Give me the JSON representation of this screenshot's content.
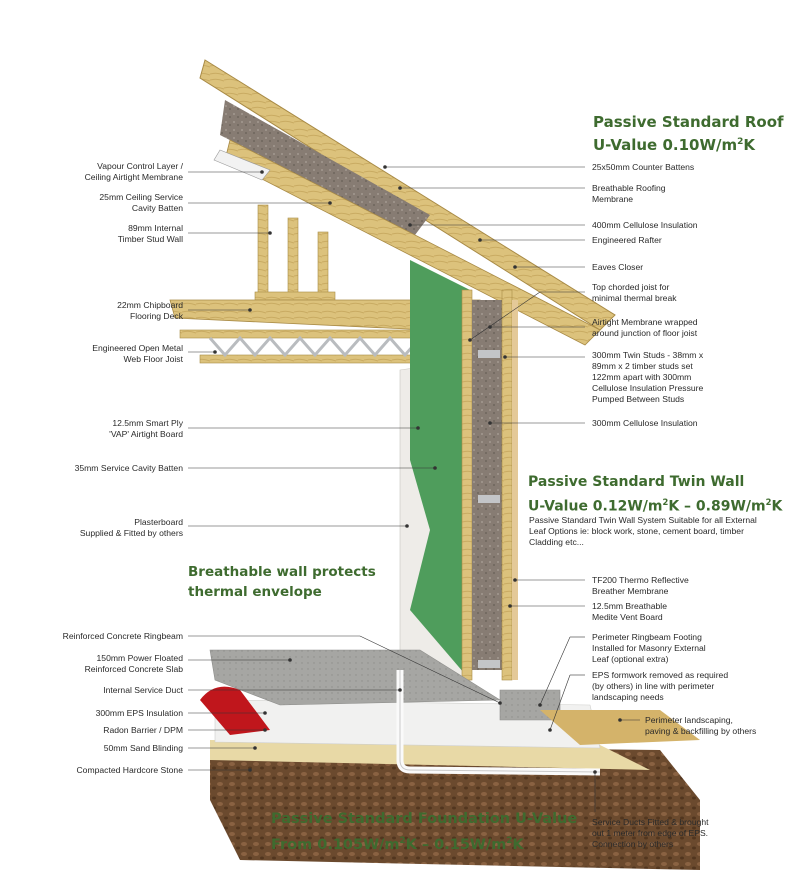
{
  "headings": {
    "roof_title": "Passive Standard Roof",
    "roof_uvalue": "U-Value 0.10W/m",
    "wall_title": "Passive Standard Twin Wall",
    "wall_uvalue_a": "U-Value 0.12W/m",
    "wall_uvalue_b": "K – 0.89W/m",
    "wall_desc": "Passive Standard Twin Wall System Suitable for all External Leaf Options ie: block work, stone, cement board, timber Cladding etc...",
    "breathable_1": "Breathable wall protects",
    "breathable_2": "thermal envelope",
    "foundation_title": "Passive Standard Foundation U-Value",
    "foundation_uvalue_a": "From 0.105W/m",
    "foundation_uvalue_b": "K – 0.15W/m",
    "sq": "2",
    "k": "K"
  },
  "left_labels": [
    {
      "l1": "Vapour Control Layer /",
      "l2": "Ceiling Airtight Membrane"
    },
    {
      "l1": "25mm Ceiling Service",
      "l2": "Cavity Batten"
    },
    {
      "l1": "89mm Internal",
      "l2": "Timber Stud Wall"
    },
    {
      "l1": "22mm Chipboard",
      "l2": "Flooring Deck"
    },
    {
      "l1": "Engineered Open Metal",
      "l2": "Web Floor Joist"
    },
    {
      "l1": "12.5mm Smart Ply",
      "l2": "'VAP' Airtight Board"
    },
    {
      "l1": "35mm Service Cavity Batten",
      "l2": ""
    },
    {
      "l1": "Plasterboard",
      "l2": "Supplied & Fitted by others"
    },
    {
      "l1": "Reinforced Concrete Ringbeam",
      "l2": ""
    },
    {
      "l1": "150mm Power Floated",
      "l2": "Reinforced Concrete Slab"
    },
    {
      "l1": "Internal Service Duct",
      "l2": ""
    },
    {
      "l1": "300mm EPS Insulation",
      "l2": ""
    },
    {
      "l1": "Radon Barrier / DPM",
      "l2": ""
    },
    {
      "l1": "50mm Sand Blinding",
      "l2": ""
    },
    {
      "l1": "Compacted Hardcore Stone",
      "l2": ""
    }
  ],
  "right_labels": [
    {
      "l1": "25x50mm Counter Battens",
      "l2": ""
    },
    {
      "l1": "Breathable Roofing",
      "l2": "Membrane"
    },
    {
      "l1": "400mm Cellulose Insulation",
      "l2": ""
    },
    {
      "l1": "Engineered Rafter",
      "l2": ""
    },
    {
      "l1": "Eaves Closer",
      "l2": ""
    },
    {
      "l1": "Top chorded joist for",
      "l2": "minimal thermal break"
    },
    {
      "l1": "Airtight Membrane wrapped",
      "l2": "around junction of floor joist"
    },
    {
      "l1": "300mm Twin Studs - 38mm x",
      "l2": "89mm x 2 timber studs set",
      "l3": "122mm apart with 300mm",
      "l4": "Cellulose Insulation Pressure",
      "l5": "Pumped Between Studs"
    },
    {
      "l1": "300mm Cellulose Insulation",
      "l2": ""
    },
    {
      "l1": "TF200 Thermo Reflective",
      "l2": "Breather Membrane"
    },
    {
      "l1": "12.5mm Breathable",
      "l2": "Medite Vent Board"
    },
    {
      "l1": "Perimeter Ringbeam Footing",
      "l2": "Installed for Masonry External",
      "l3": "Leaf (optional extra)"
    },
    {
      "l1": "EPS formwork removed as required",
      "l2": "(by others) in line with perimeter",
      "l3": "landscaping needs"
    },
    {
      "l1": "Perimeter landscaping,",
      "l2": "paving & backfilling by others"
    },
    {
      "l1": "Service Ducts Fitted & brought",
      "l2": "out 1 meter from edge of EPS.",
      "l3": "Connection by others"
    }
  ],
  "colors": {
    "heading_green": "#3e6b2f",
    "timber": "#d9c07a",
    "cellulose": "#8a7f76",
    "membrane_green": "#4f9d5c",
    "concrete": "#a9a9a6",
    "eps": "#f1f1f0",
    "soil": "#6b4a2e",
    "dpm_red": "#c0161c"
  }
}
